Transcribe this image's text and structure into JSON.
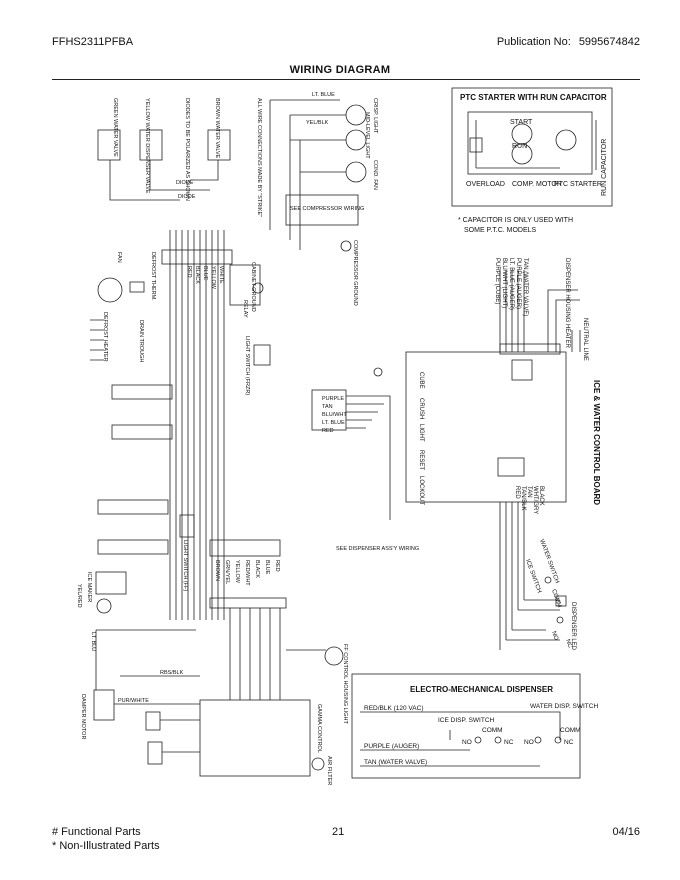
{
  "header": {
    "model": "FFHS2311PFBA",
    "publication_label": "Publication No:",
    "publication_number": "5995674842",
    "title": "WIRING DIAGRAM"
  },
  "ptc": {
    "title": "PTC STARTER WITH RUN CAPACITOR",
    "start": "START",
    "run": "RUN",
    "overload": "OVERLOAD",
    "motor": "COMP. MOTOR",
    "starter": "PTC STARTER",
    "run_cap": "RUN CAPACITOR",
    "note1": "* CAPACITOR IS ONLY USED WITH",
    "note2": "SOME P.T.C. MODELS"
  },
  "control_board": {
    "title": "ICE & WATER CONTROL BOARD",
    "buttons": [
      "CUBE",
      "CRUSH",
      "LIGHT",
      "RESET",
      "LOCKOUT"
    ],
    "wires_top": [
      "PURPLE (CUBE)",
      "BLU/WHT (LIGHT)",
      "LT. BLUE (AUGER)",
      "PURPLE (AUGER)",
      "TAN (WATER VALVE)"
    ],
    "heater": "DISPENSER HOUSING HEATER",
    "neutral": "NEUTRAL LINE",
    "wires_bottom": [
      "BLACK",
      "WHT/GRY",
      "TAN",
      "TAN/BLK",
      "RED"
    ],
    "switches": [
      "WATER SWITCH",
      "ICE SWITCH",
      "COMM",
      "NO",
      "NC"
    ],
    "led": "DISPENSER LED"
  },
  "electromech": {
    "title": "ELECTRO-MECHANICAL DISPENSER",
    "red_blk": "RED/BLK (120 VAC)",
    "ice_switch": "ICE DISP. SWITCH",
    "water_switch": "WATER DISP. SWITCH",
    "comm": "COMM",
    "no": "NO",
    "nc": "NC",
    "purple": "PURPLE (AUGER)",
    "tan": "TAN (WATER VALVE)"
  },
  "left_labels": {
    "valves": [
      "GREEN WATER VALVE",
      "YELLOW WATER DISPENSER VALVE",
      "BROWN WATER VALVE"
    ],
    "diode_note": "DIODES TO BE POLARIZED AS SHOWN",
    "wire_note": "ALL WIRE CONNECTIONS MADE BY \"STRIKE\"",
    "diode": "DIODE",
    "lt_blue": "LT. BLUE",
    "yel_blk": "YEL/BLK",
    "cond_fan": "COND. FAN",
    "crisper": "CRISP. LIGHT",
    "mid_level": "MID-LEVEL LIGHT",
    "see_comp": "SEE COMPRESSOR WIRING",
    "comp_ground": "COMPRESSOR GROUND",
    "cabinet_ground": "CABINET GROUND",
    "relay": "RELAY",
    "light_switch": "LIGHT SWITCH (FRZR)",
    "defrost_therm": "DEFROST THERM.",
    "fan": "FAN",
    "defrost_heater": "DEFROST HEATER",
    "drain_trough": "DRAIN TROUGH",
    "see_dispenser": "SEE DISPENSER ASS'Y WIRING",
    "light_frfrez": "LIGHT SWITCH (FF)",
    "ice_maker": "ICE MAKER",
    "yel_red": "YEL/RED",
    "ff_control": "FF CONTROL HOUSING LIGHT",
    "rbs_blk": "RBS/BLK",
    "pur_white": "PUR/WHITE",
    "damper": "DAMPER MOTOR",
    "gamma": "GAMMA CONTROL",
    "air_filter": "AIR FILTER",
    "lt_blu": "LT. BLU",
    "colors": [
      "PURPLE",
      "TAN",
      "BLU/WHT",
      "LT. BLUE",
      "RED"
    ],
    "harness": [
      "BROWN",
      "GRN/YEL",
      "YELLOW",
      "RED/WHT",
      "BLACK",
      "BLUE",
      "RED"
    ],
    "harness2": [
      "BLACK",
      "RED",
      "BLUE",
      "YELLOW",
      "WHITE"
    ]
  },
  "footer": {
    "functional": "# Functional Parts",
    "non_illustrated": "* Non-Illustrated Parts",
    "page": "21",
    "date": "04/16"
  }
}
